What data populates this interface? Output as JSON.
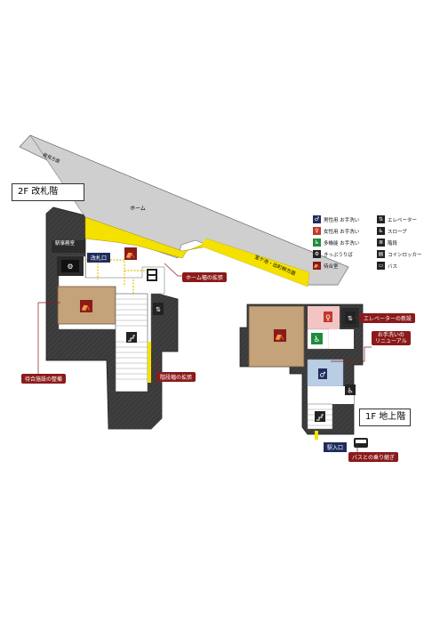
{
  "floors": {
    "second": {
      "label": "2F 改札階"
    },
    "first": {
      "label": "1F 地上階"
    }
  },
  "platform": {
    "label": "ホーム",
    "direction_left": "能見方面",
    "direction_right": "宝ケ池・出町柳方面"
  },
  "rooms": {
    "station_office": "駅事務室",
    "ticket_gate": "改札口",
    "station_entrance": "駅入口"
  },
  "annotations": {
    "platform_widening": "ホーム幅の拡張",
    "waiting_room": "待合施設の整備",
    "stair_widening": "階段幅の拡張",
    "new_elevator": "エレベーターの新設",
    "toilet_renewal_1": "お手洗いの",
    "toilet_renewal_2": "リニューアル",
    "bus_transfer": "バスとの乗り継ぎ"
  },
  "legend": [
    {
      "icon": "male-toilet-icon",
      "label": "男性用 お手洗い",
      "color": "#1f2d5c"
    },
    {
      "icon": "female-toilet-icon",
      "label": "女性用 お手洗い",
      "color": "#c0392b"
    },
    {
      "icon": "accessible-toilet-icon",
      "label": "多機能 お手洗い",
      "color": "#1e8c3a"
    },
    {
      "icon": "ticket-machine-icon",
      "label": "きっぷうりば",
      "color": "#222222"
    },
    {
      "icon": "waiting-room-icon",
      "label": "待合室",
      "color": "#8b1a1a"
    },
    {
      "icon": "elevator-icon",
      "label": "エレベーター",
      "color": "#222222"
    },
    {
      "icon": "slope-icon",
      "label": "スロープ",
      "color": "#222222"
    },
    {
      "icon": "stairs-icon",
      "label": "階段",
      "color": "#222222"
    },
    {
      "icon": "coin-locker-icon",
      "label": "コインロッカー",
      "color": "#222222"
    },
    {
      "icon": "bus-icon",
      "label": "バス",
      "color": "#222222"
    }
  ],
  "colors": {
    "dark_area": "#3a3a3a",
    "platform": "#d4d4d4",
    "highlight": "#f5e100",
    "waiting_room": "#c4a27a",
    "annotation_red": "#8b1a1a"
  }
}
